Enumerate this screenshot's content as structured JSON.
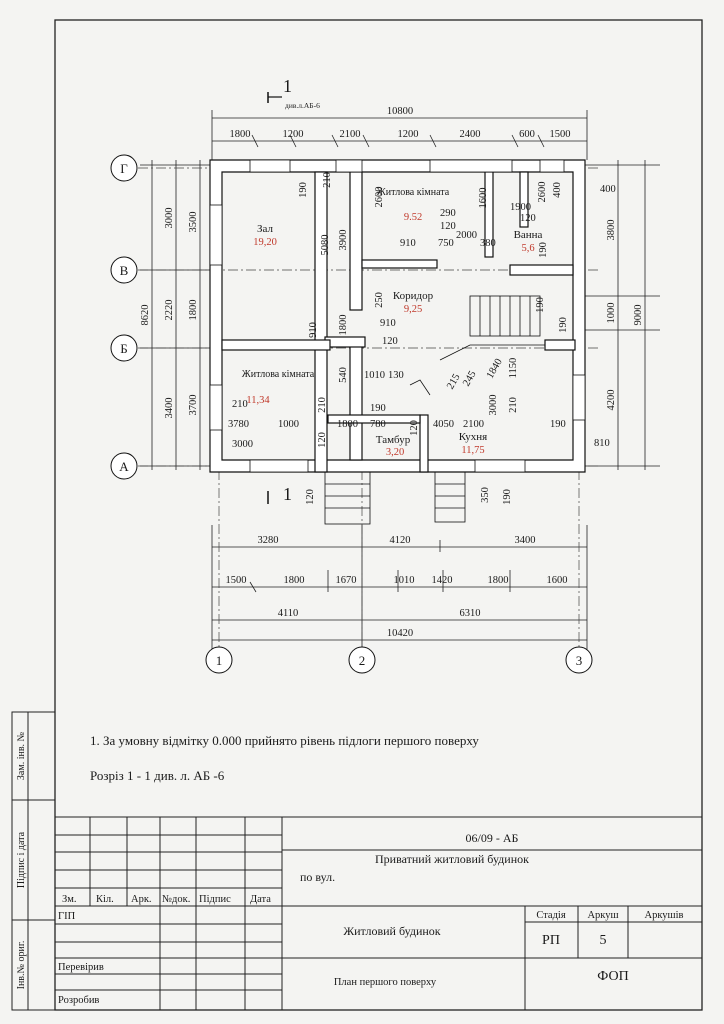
{
  "section_marker": {
    "number": "1",
    "ref": "див.л.АБ-6"
  },
  "dimensions": {
    "top_overall": "10800",
    "top_segments": [
      "1800",
      "1200",
      "2100",
      "1200",
      "2400",
      "600",
      "1500"
    ],
    "bottom_row1": [
      "3280",
      "4120",
      "3400"
    ],
    "bottom_row2": [
      "1500",
      "1800",
      "1670",
      "1010",
      "1420",
      "1800",
      "1600"
    ],
    "bottom_row3": [
      "4110",
      "6310"
    ],
    "bottom_overall": "10420",
    "left_outer": "8620",
    "left_mid": [
      "3000",
      "2220",
      "3400"
    ],
    "left_inner": [
      "3500",
      "1800",
      "3700"
    ],
    "right_inner": [
      "3800",
      "1000",
      "4200"
    ],
    "right_overall": "9000",
    "interior": [
      "190",
      "210",
      "2600",
      "5080",
      "3900",
      "1600",
      "2600",
      "400",
      "400",
      "120",
      "290",
      "120",
      "1900",
      "120",
      "2000",
      "910",
      "750",
      "380",
      "190",
      "250",
      "910",
      "1800",
      "120",
      "910",
      "540",
      "1010",
      "130",
      "190",
      "210",
      "3780",
      "1000",
      "3000",
      "210",
      "120",
      "1800",
      "780",
      "120",
      "4050",
      "2100",
      "3000",
      "210",
      "190",
      "810",
      "215",
      "245",
      "1840",
      "190",
      "190",
      "1150",
      "350",
      "190",
      "120"
    ]
  },
  "rooms": [
    {
      "name": "Зал",
      "area": "19,20"
    },
    {
      "name": "Житлова кімната",
      "area": "9.52"
    },
    {
      "name": "Ванна",
      "area": "5,6"
    },
    {
      "name": "Коридор",
      "area": "9,25"
    },
    {
      "name": "Житлова кімната",
      "area": "11,34"
    },
    {
      "name": "Тамбур",
      "area": "3,20"
    },
    {
      "name": "Кухня",
      "area": "11,75"
    }
  ],
  "axes": {
    "letters": [
      "Г",
      "В",
      "Б",
      "А"
    ],
    "numbers": [
      "1",
      "2",
      "3"
    ]
  },
  "notes": [
    "1. За умовну відмітку 0.000 прийнято рівень підлоги  першого поверху",
    "Розріз 1 - 1 див. л. АБ -6"
  ],
  "side_labels": [
    "Зам. інв. №",
    "Підпис і дата",
    "Інв.№ ориг."
  ],
  "title_block": {
    "code": "06/09 - АБ",
    "project": "Приватний житловий будинок",
    "address": "по вул.",
    "headers": [
      "Зм.",
      "Кіл.",
      "Арк.",
      "№док.",
      "Підпис",
      "Дата"
    ],
    "roles": [
      "ГІП",
      "Перевірив",
      "Розробив"
    ],
    "object": "Житловий будинок",
    "sheet_name": "План першого поверху",
    "stage_label": "Стадія",
    "sheet_label": "Аркуш",
    "sheets_label": "Аркушів",
    "stage": "РП",
    "sheet": "5",
    "org": "ФОП"
  }
}
